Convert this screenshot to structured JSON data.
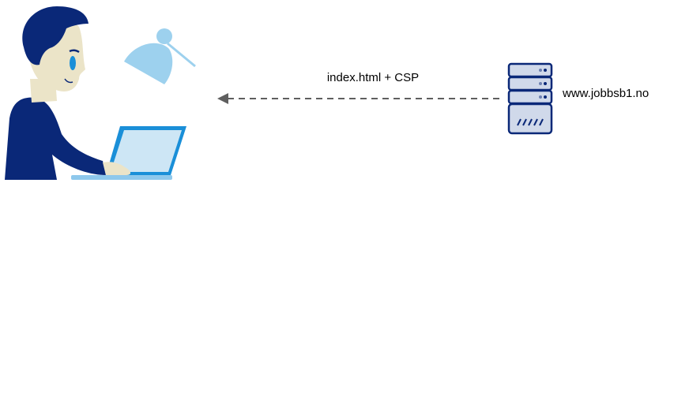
{
  "diagram": {
    "client": {
      "name": "user-at-laptop",
      "colors": {
        "hair": "#0a2878",
        "skin": "#ebe4c8",
        "shirt": "#0a2878",
        "laptop_frame": "#1a8fd8",
        "laptop_screen": "#cde6f5",
        "lamp": "#9dd1ee"
      }
    },
    "edge": {
      "label": "index.html + CSP",
      "style": "dashed",
      "direction": "server-to-client",
      "color": "#5f5f5f"
    },
    "server": {
      "label": "www.jobbsb1.no",
      "colors": {
        "stroke": "#0a2878",
        "fill": "#d0d9ea"
      }
    }
  }
}
